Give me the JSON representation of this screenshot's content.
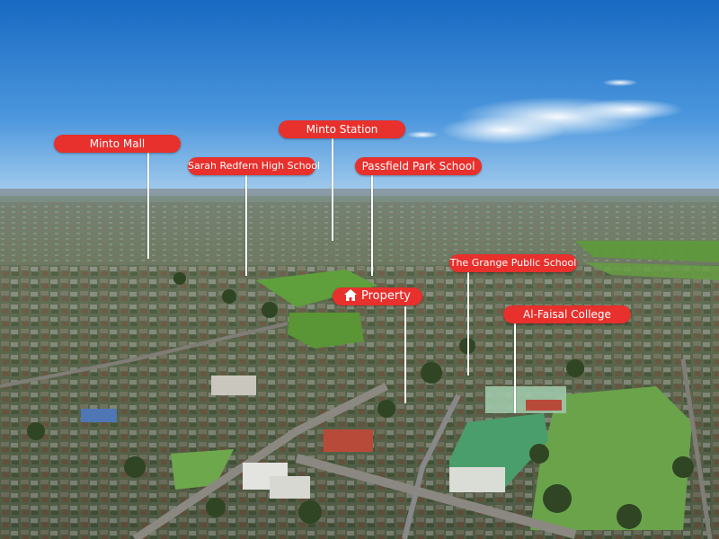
{
  "photo": {
    "colors": {
      "sky_top": "#1a73c9",
      "sky_bottom": "#8fc3ea",
      "grass": "#5f9a3a",
      "label_red": "#e8302c"
    }
  },
  "labels": {
    "minto_mall": "Minto Mall",
    "minto_station": "Minto Station",
    "sarah_redfern": "Sarah Redfern High School",
    "passfield_park": "Passfield Park School",
    "grange_public": "The Grange Public School",
    "property": "Property",
    "al_faisal": "Al-Faisal College"
  }
}
